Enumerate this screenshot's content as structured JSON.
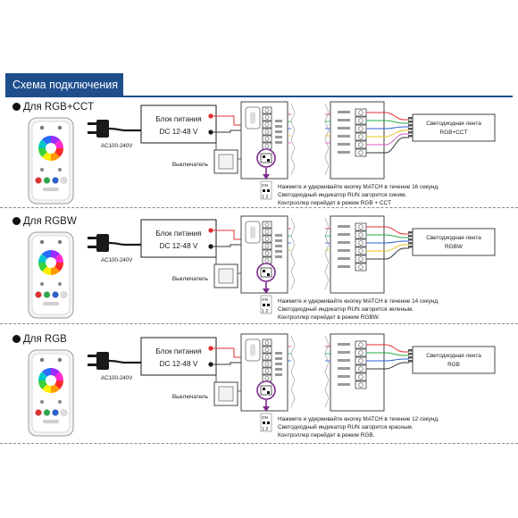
{
  "header": {
    "title": "Схема подключения"
  },
  "sections": [
    {
      "title": "Для RGB+CCT",
      "power_supply_label": "Блок питания",
      "power_supply_voltage": "DC 12-48 V",
      "ac_label": "AC100-240V",
      "switch_label": "Выключатель",
      "strip_label_1": "Светодиодная лента",
      "strip_label_2": "RGB+CCT",
      "dip_on": "ON",
      "dip_numbers": "1 2",
      "instructions": [
        "Нажмите и удерживайте кнопку MATCH в течение 16 секунд.",
        "Светодиодный индикатор RUN загорится синим.",
        "Контроллер перейдет в режим RGB + CCT"
      ],
      "wire_colors": [
        "#e03030",
        "#2aa84a",
        "#2a5fd0",
        "#e8c41a",
        "#d060c0"
      ]
    },
    {
      "title": "Для RGBW",
      "power_supply_label": "Блок питания",
      "power_supply_voltage": "DC 12-48 V",
      "ac_label": "AC100-240V",
      "switch_label": "Выключатель",
      "strip_label_1": "Светодиодная лента",
      "strip_label_2": "RGBW",
      "dip_on": "ON",
      "dip_numbers": "1 2",
      "instructions": [
        "Нажмите и удерживайте кнопку MATCH в течение 14 секунд.",
        "Светодиодный индикатор RUN загорится зеленым.",
        "Контроллер перейдет в режим RGBW."
      ],
      "wire_colors": [
        "#e03030",
        "#2aa84a",
        "#2a5fd0",
        "#e8c41a"
      ]
    },
    {
      "title": "Для RGB",
      "power_supply_label": "Блок питания",
      "power_supply_voltage": "DC 12-48 V",
      "ac_label": "AC100-240V",
      "switch_label": "Выключатель",
      "strip_label_1": "Светодиодная лента",
      "strip_label_2": "RGB",
      "dip_on": "ON",
      "dip_numbers": "1 2",
      "instructions": [
        "Нажмите и удерживайте кнопку MATCH в течение 12 секунд.",
        "Светодиодный индикатор RUN загорится красным.",
        "Контроллер перейдет в режим RGB."
      ],
      "wire_colors": [
        "#e03030",
        "#2aa84a",
        "#2a5fd0"
      ]
    }
  ],
  "colors": {
    "header_bg": "#1f4e8c",
    "highlight": "#7a2a8c",
    "wire_red": "#e03030",
    "wire_dark": "#333333"
  }
}
